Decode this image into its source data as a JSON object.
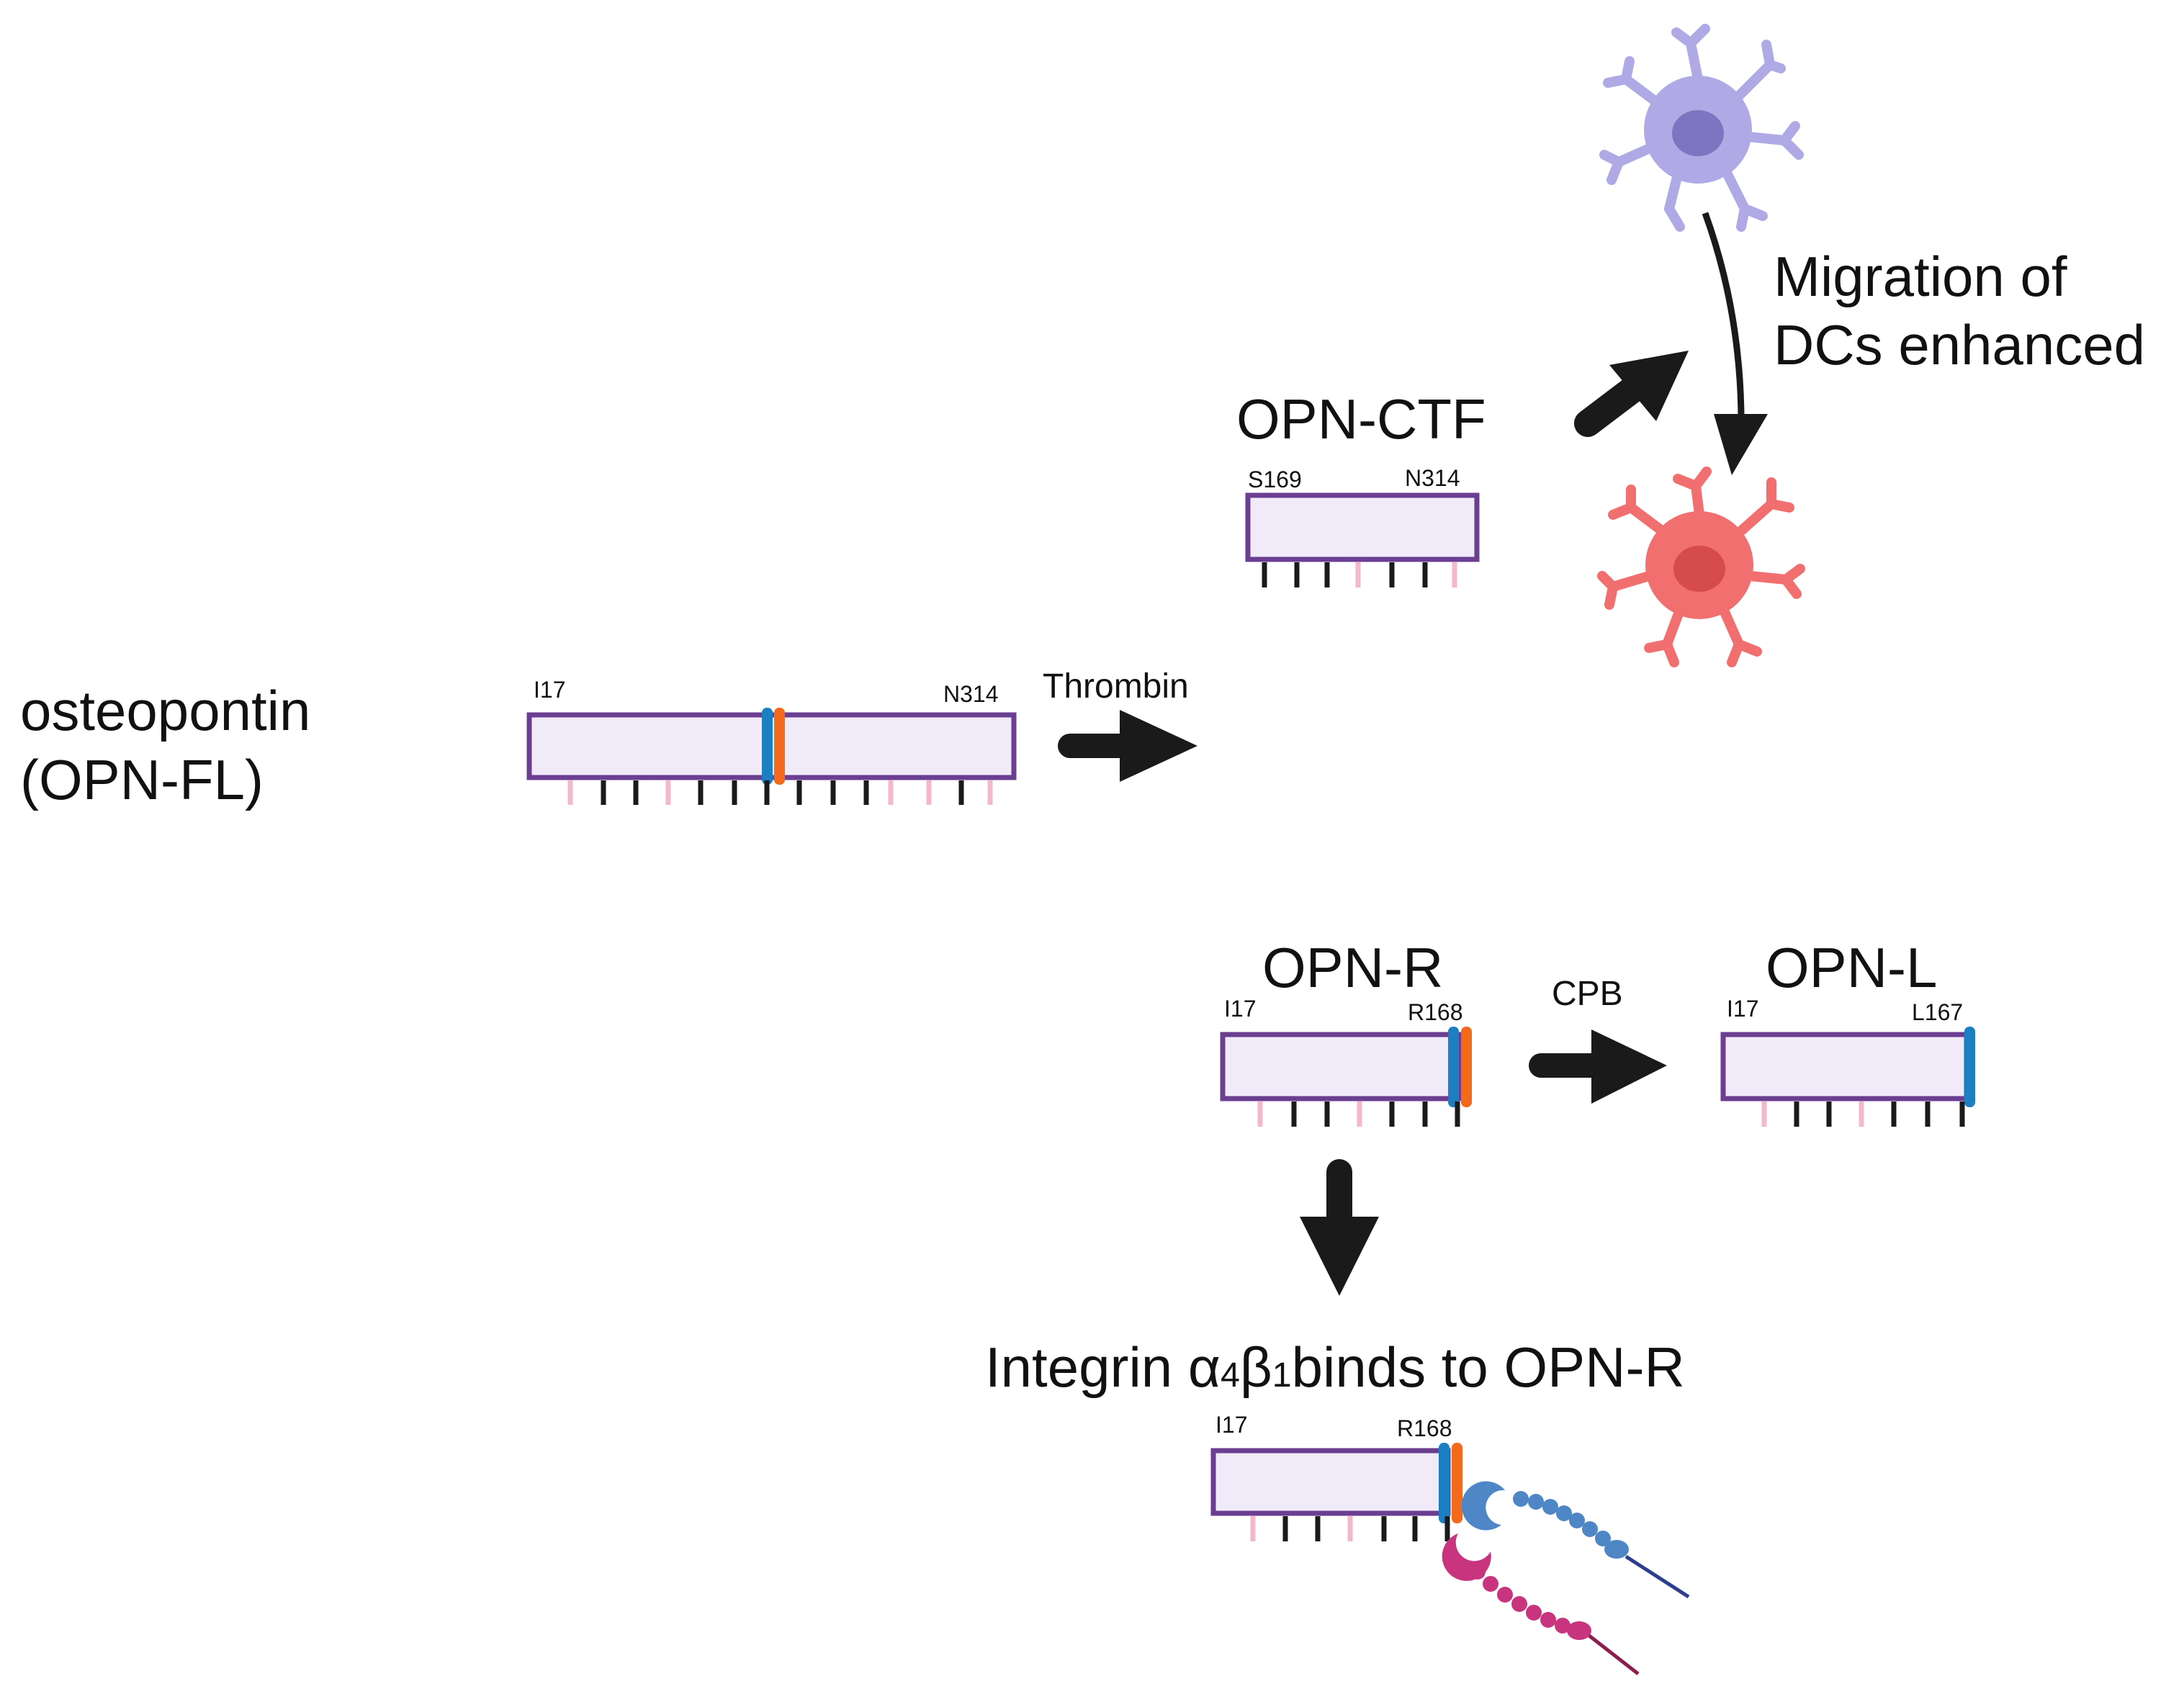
{
  "diagram": {
    "full_length": {
      "title_line1": "osteopontin",
      "title_line2": "(OPN-FL)",
      "start": "I17",
      "end": "N314"
    },
    "thrombin_label": "Thrombin",
    "ctf": {
      "title": "OPN-CTF",
      "start": "S169",
      "end": "N314"
    },
    "migration": {
      "line1": "Migration of",
      "line2": "DCs enhanced"
    },
    "opn_r": {
      "title": "OPN-R",
      "start": "I17",
      "end": "R168"
    },
    "cpb_label": "CPB",
    "opn_l": {
      "title": "OPN-L",
      "start": "I17",
      "end": "L167"
    },
    "integrin": {
      "caption_pre": "Integrin α",
      "caption_sub1": "4",
      "caption_mid": "β",
      "caption_sub2": "1",
      "caption_post": "binds to OPN-R",
      "start": "I17",
      "end": "R168"
    }
  },
  "colors": {
    "bar_fill": "#F1EAF8",
    "bar_border": "#6B3E91",
    "blue_marker": "#1B7FC1",
    "orange_marker": "#F36A1D",
    "tick_dark": "#1a1a1a",
    "tick_pink": "#F4B8CC",
    "arrow": "#1a1a1a",
    "cell_purple": "#AFA9E6",
    "cell_red": "#F1706F",
    "integrin_alpha": "#4F86C6",
    "integrin_beta": "#C8357E"
  }
}
